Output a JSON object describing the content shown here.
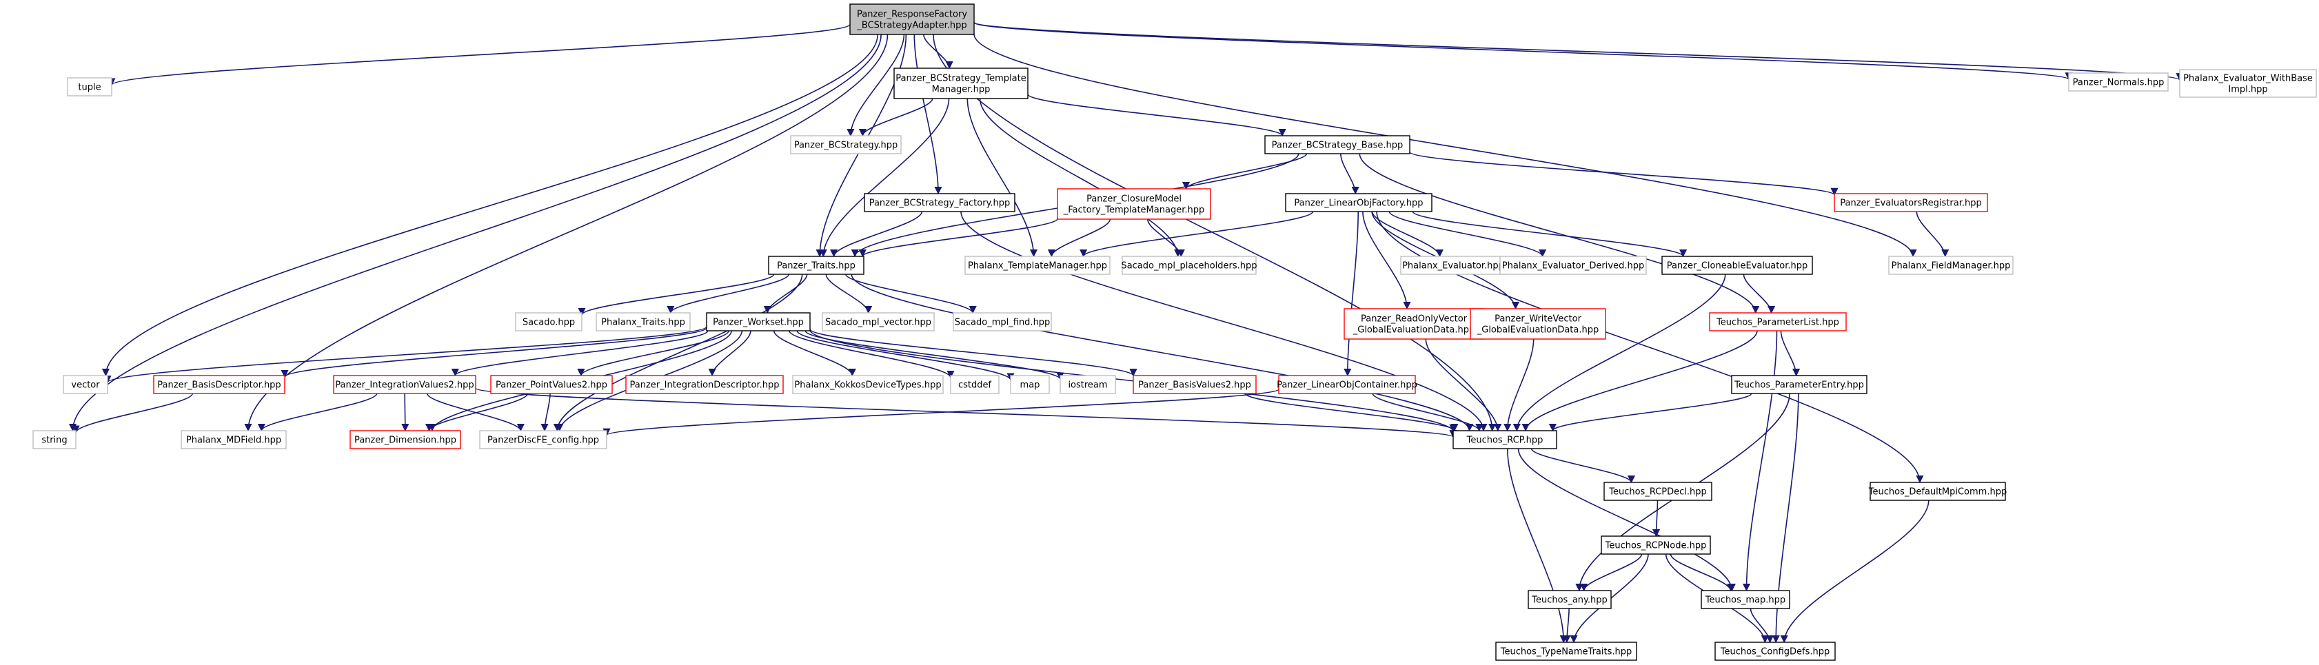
{
  "diagram": {
    "title": "",
    "colors": {
      "background": "#ffffff",
      "edge": "#191970",
      "edge_secondary": "#7a7a7a",
      "root_fill": "#bfbfbf",
      "border_internal": "#000000",
      "border_truncated": "#ff0000",
      "border_external": "#bfbfbf"
    },
    "nodes": [
      {
        "id": "root",
        "lines": [
          "Panzer_ResponseFactory",
          "_BCStrategyAdapter.hpp"
        ],
        "kind": "root"
      },
      {
        "id": "tuple",
        "lines": [
          "tuple"
        ],
        "kind": "external"
      },
      {
        "id": "normals",
        "lines": [
          "Panzer_Normals.hpp"
        ],
        "kind": "external"
      },
      {
        "id": "evalwithbase",
        "lines": [
          "Phalanx_Evaluator_WithBase",
          "Impl.hpp"
        ],
        "kind": "external"
      },
      {
        "id": "bcstm",
        "lines": [
          "Panzer_BCStrategy_Template",
          "Manager.hpp"
        ],
        "kind": "internal"
      },
      {
        "id": "bcstrategy",
        "lines": [
          "Panzer_BCStrategy.hpp"
        ],
        "kind": "external"
      },
      {
        "id": "bcsbase",
        "lines": [
          "Panzer_BCStrategy_Base.hpp"
        ],
        "kind": "internal"
      },
      {
        "id": "bcsfactory",
        "lines": [
          "Panzer_BCStrategy_Factory.hpp"
        ],
        "kind": "internal"
      },
      {
        "id": "closure",
        "lines": [
          "Panzer_ClosureModel",
          "_Factory_TemplateManager.hpp"
        ],
        "kind": "truncated"
      },
      {
        "id": "lof",
        "lines": [
          "Panzer_LinearObjFactory.hpp"
        ],
        "kind": "internal"
      },
      {
        "id": "evalreg",
        "lines": [
          "Panzer_EvaluatorsRegistrar.hpp"
        ],
        "kind": "truncated"
      },
      {
        "id": "traits",
        "lines": [
          "Panzer_Traits.hpp"
        ],
        "kind": "internal"
      },
      {
        "id": "phxtm",
        "lines": [
          "Phalanx_TemplateManager.hpp"
        ],
        "kind": "external"
      },
      {
        "id": "sacph",
        "lines": [
          "Sacado_mpl_placeholders.hpp"
        ],
        "kind": "external"
      },
      {
        "id": "phxeval",
        "lines": [
          "Phalanx_Evaluator.hpp"
        ],
        "kind": "external"
      },
      {
        "id": "phxevald",
        "lines": [
          "Phalanx_Evaluator_Derived.hpp"
        ],
        "kind": "external"
      },
      {
        "id": "cloneable",
        "lines": [
          "Panzer_CloneableEvaluator.hpp"
        ],
        "kind": "internal"
      },
      {
        "id": "fieldmgr",
        "lines": [
          "Phalanx_FieldManager.hpp"
        ],
        "kind": "external"
      },
      {
        "id": "sacado",
        "lines": [
          "Sacado.hpp"
        ],
        "kind": "external"
      },
      {
        "id": "phxtraits",
        "lines": [
          "Phalanx_Traits.hpp"
        ],
        "kind": "external"
      },
      {
        "id": "worksetn",
        "lines": [
          "Panzer_Workset.hpp"
        ],
        "kind": "internal"
      },
      {
        "id": "sacvec",
        "lines": [
          "Sacado_mpl_vector.hpp"
        ],
        "kind": "external"
      },
      {
        "id": "sacfind",
        "lines": [
          "Sacado_mpl_find.hpp"
        ],
        "kind": "external"
      },
      {
        "id": "rovec",
        "lines": [
          "Panzer_ReadOnlyVector",
          "_GlobalEvaluationData.hpp"
        ],
        "kind": "truncated"
      },
      {
        "id": "wvec",
        "lines": [
          "Panzer_WriteVector",
          "_GlobalEvaluationData.hpp"
        ],
        "kind": "truncated"
      },
      {
        "id": "plist",
        "lines": [
          "Teuchos_ParameterList.hpp"
        ],
        "kind": "truncated"
      },
      {
        "id": "vector",
        "lines": [
          "vector"
        ],
        "kind": "external"
      },
      {
        "id": "basisdesc",
        "lines": [
          "Panzer_BasisDescriptor.hpp"
        ],
        "kind": "truncated"
      },
      {
        "id": "intval",
        "lines": [
          "Panzer_IntegrationValues2.hpp"
        ],
        "kind": "truncated"
      },
      {
        "id": "ptval",
        "lines": [
          "Panzer_PointValues2.hpp"
        ],
        "kind": "truncated"
      },
      {
        "id": "intdesc",
        "lines": [
          "Panzer_IntegrationDescriptor.hpp"
        ],
        "kind": "truncated"
      },
      {
        "id": "kokkos",
        "lines": [
          "Phalanx_KokkosDeviceTypes.hpp"
        ],
        "kind": "external"
      },
      {
        "id": "cstddef",
        "lines": [
          "cstddef"
        ],
        "kind": "external"
      },
      {
        "id": "map",
        "lines": [
          "map"
        ],
        "kind": "external"
      },
      {
        "id": "iostream",
        "lines": [
          "iostream"
        ],
        "kind": "external"
      },
      {
        "id": "basisval",
        "lines": [
          "Panzer_BasisValues2.hpp"
        ],
        "kind": "truncated"
      },
      {
        "id": "loc",
        "lines": [
          "Panzer_LinearObjContainer.hpp"
        ],
        "kind": "truncated"
      },
      {
        "id": "pentry",
        "lines": [
          "Teuchos_ParameterEntry.hpp"
        ],
        "kind": "internal"
      },
      {
        "id": "string",
        "lines": [
          "string"
        ],
        "kind": "external"
      },
      {
        "id": "mdfield",
        "lines": [
          "Phalanx_MDField.hpp"
        ],
        "kind": "external"
      },
      {
        "id": "dimension",
        "lines": [
          "Panzer_Dimension.hpp"
        ],
        "kind": "truncated"
      },
      {
        "id": "config",
        "lines": [
          "PanzerDiscFE_config.hpp"
        ],
        "kind": "external"
      },
      {
        "id": "rcp",
        "lines": [
          "Teuchos_RCP.hpp"
        ],
        "kind": "internal"
      },
      {
        "id": "rcpdecl",
        "lines": [
          "Teuchos_RCPDecl.hpp"
        ],
        "kind": "internal"
      },
      {
        "id": "mpicomm",
        "lines": [
          "Teuchos_DefaultMpiComm.hpp"
        ],
        "kind": "internal"
      },
      {
        "id": "rcpnode",
        "lines": [
          "Teuchos_RCPNode.hpp"
        ],
        "kind": "internal"
      },
      {
        "id": "any",
        "lines": [
          "Teuchos_any.hpp"
        ],
        "kind": "internal"
      },
      {
        "id": "tmap",
        "lines": [
          "Teuchos_map.hpp"
        ],
        "kind": "internal"
      },
      {
        "id": "typename",
        "lines": [
          "Teuchos_TypeNameTraits.hpp"
        ],
        "kind": "internal"
      },
      {
        "id": "configdefs",
        "lines": [
          "Teuchos_ConfigDefs.hpp"
        ],
        "kind": "internal"
      }
    ],
    "edges": [
      [
        "root",
        "string"
      ],
      [
        "root",
        "vector"
      ],
      [
        "root",
        "tuple"
      ],
      [
        "root",
        "mdfield"
      ],
      [
        "root",
        "traits"
      ],
      [
        "root",
        "bcstrategy"
      ],
      [
        "root",
        "bcstm"
      ],
      [
        "root",
        "bcsfactory"
      ],
      [
        "root",
        "fieldmgr"
      ],
      [
        "root",
        "normals"
      ],
      [
        "root",
        "evalwithbase"
      ],
      [
        "root",
        "rcp"
      ],
      [
        "bcstm",
        "bcstrategy"
      ],
      [
        "bcstm",
        "traits"
      ],
      [
        "bcstm",
        "bcsbase"
      ],
      [
        "bcstm",
        "phxtm"
      ],
      [
        "bcstm",
        "sacph"
      ],
      [
        "bcsbase",
        "traits"
      ],
      [
        "bcsbase",
        "closure"
      ],
      [
        "bcsbase",
        "lof"
      ],
      [
        "bcsbase",
        "evalreg"
      ],
      [
        "bcsbase",
        "plist"
      ],
      [
        "bcsfactory",
        "traits"
      ],
      [
        "bcsfactory",
        "rcp"
      ],
      [
        "closure",
        "traits"
      ],
      [
        "closure",
        "phxtm"
      ],
      [
        "closure",
        "sacph"
      ],
      [
        "lof",
        "phxtm"
      ],
      [
        "lof",
        "phxeval"
      ],
      [
        "lof",
        "phxevald"
      ],
      [
        "lof",
        "cloneable"
      ],
      [
        "lof",
        "rovec"
      ],
      [
        "lof",
        "wvec"
      ],
      [
        "lof",
        "loc"
      ],
      [
        "lof",
        "mpicomm"
      ],
      [
        "evalreg",
        "fieldmgr"
      ],
      [
        "traits",
        "sacado"
      ],
      [
        "traits",
        "phxtraits"
      ],
      [
        "traits",
        "worksetn"
      ],
      [
        "traits",
        "sacvec"
      ],
      [
        "traits",
        "sacfind"
      ],
      [
        "traits",
        "config"
      ],
      [
        "traits",
        "rcp"
      ],
      [
        "cloneable",
        "plist"
      ],
      [
        "cloneable",
        "rcp"
      ],
      [
        "worksetn",
        "vector"
      ],
      [
        "worksetn",
        "basisdesc"
      ],
      [
        "worksetn",
        "intval"
      ],
      [
        "worksetn",
        "ptval"
      ],
      [
        "worksetn",
        "intdesc"
      ],
      [
        "worksetn",
        "kokkos"
      ],
      [
        "worksetn",
        "cstddef"
      ],
      [
        "worksetn",
        "map"
      ],
      [
        "worksetn",
        "iostream"
      ],
      [
        "worksetn",
        "basisval"
      ],
      [
        "worksetn",
        "dimension"
      ],
      [
        "worksetn",
        "config"
      ],
      [
        "worksetn",
        "rcp"
      ],
      [
        "rovec",
        "rcp"
      ],
      [
        "wvec",
        "rcp"
      ],
      [
        "plist",
        "pentry"
      ],
      [
        "plist",
        "rcp"
      ],
      [
        "plist",
        "tmap"
      ],
      [
        "basisdesc",
        "string"
      ],
      [
        "intval",
        "mdfield"
      ],
      [
        "intval",
        "dimension"
      ],
      [
        "intval",
        "config"
      ],
      [
        "intval",
        "rcp"
      ],
      [
        "ptval",
        "dimension"
      ],
      [
        "ptval",
        "config"
      ],
      [
        "basisval",
        "rcp"
      ],
      [
        "loc",
        "config"
      ],
      [
        "loc",
        "rcp"
      ],
      [
        "pentry",
        "rcp"
      ],
      [
        "pentry",
        "any"
      ],
      [
        "pentry",
        "configdefs"
      ],
      [
        "rcp",
        "rcpdecl"
      ],
      [
        "rcp",
        "tmap"
      ],
      [
        "rcp",
        "typename"
      ],
      [
        "rcpdecl",
        "rcpnode"
      ],
      [
        "rcpnode",
        "any"
      ],
      [
        "rcpnode",
        "tmap"
      ],
      [
        "rcpnode",
        "typename"
      ],
      [
        "rcpnode",
        "configdefs"
      ],
      [
        "any",
        "typename"
      ],
      [
        "tmap",
        "configdefs"
      ],
      [
        "mpicomm",
        "configdefs"
      ]
    ]
  }
}
